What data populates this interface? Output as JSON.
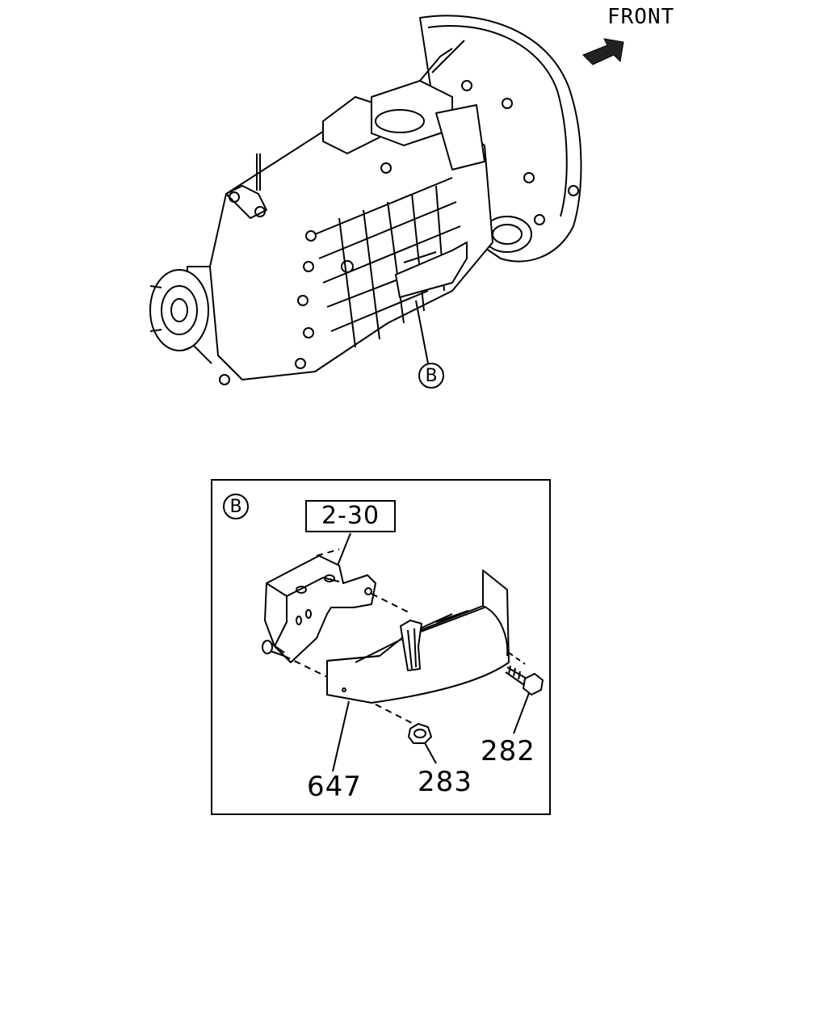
{
  "front_label": "FRONT",
  "callout_main": "B",
  "detail": {
    "callout": "B",
    "ref_box": "2-30",
    "parts": {
      "bracket": "647",
      "nut": "283",
      "bolt": "282"
    }
  },
  "icons": [
    "front-arrow-icon",
    "transmission-illustration",
    "bracket-illustration",
    "nut-icon",
    "bolt-icon"
  ]
}
